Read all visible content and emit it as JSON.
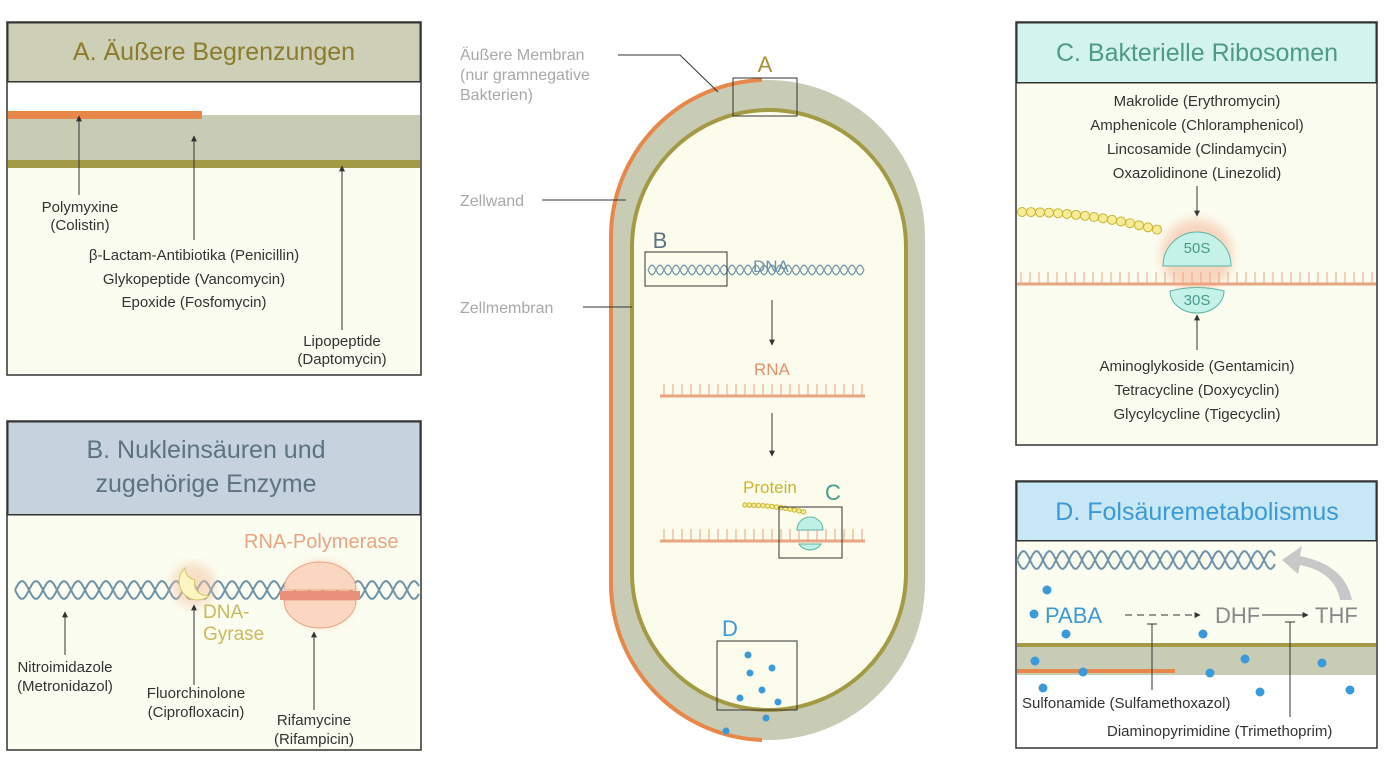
{
  "colors": {
    "orange": "#e8874a",
    "wall": "#c9ccb5",
    "membrane": "#a39a45",
    "cream": "#fbfceb",
    "dna": "#6f93a8",
    "blue": "#3a9ad9",
    "teal": "#4a9a8a"
  },
  "panelA": {
    "title": "A. Äußere Begrenzungen",
    "labels": [
      "Polymyxine",
      "(Colistin)",
      "β-Lactam-Antibiotika (Penicillin)",
      "Glykopeptide (Vancomycin)",
      "Epoxide (Fosfomycin)",
      "Lipopeptide",
      "(Daptomycin)"
    ]
  },
  "panelB": {
    "title_line1": "B. Nukleinsäuren und",
    "title_line2": "zugehörige Enzyme",
    "rna_polymerase": "RNA-Polymerase",
    "gyrase_line1": "DNA-",
    "gyrase_line2": "Gyrase",
    "labels": [
      "Nitroimidazole",
      "(Metronidazol)",
      "Fluorchinolone",
      "(Ciprofloxacin)",
      "Rifamycine",
      "(Rifampicin)"
    ]
  },
  "cell": {
    "outer_membrane": [
      "Äußere Membran",
      "(nur gramnegative",
      "Bakterien)"
    ],
    "cell_wall": "Zellwand",
    "cell_membrane": "Zellmembran",
    "dna": "DNA",
    "rna": "RNA",
    "protein": "Protein",
    "box_labels": [
      "A",
      "B",
      "C",
      "D"
    ]
  },
  "panelC": {
    "title": "C. Bakterielle Ribosomen",
    "top_labels": [
      "Makrolide (Erythromycin)",
      "Amphenicole (Chloramphenicol)",
      "Lincosamide (Clindamycin)",
      "Oxazolidinone (Linezolid)"
    ],
    "large_subunit": "50S",
    "small_subunit": "30S",
    "bottom_labels": [
      "Aminoglykoside (Gentamicin)",
      "Tetracycline (Doxycyclin)",
      "Glycylcycline (Tigecyclin)"
    ]
  },
  "panelD": {
    "title": "D. Folsäuremetabolismus",
    "paba": "PABA",
    "dhf": "DHF",
    "thf": "THF",
    "labels": [
      "Sulfonamide (Sulfamethoxazol)",
      "Diaminopyrimidine (Trimethoprim)"
    ]
  }
}
